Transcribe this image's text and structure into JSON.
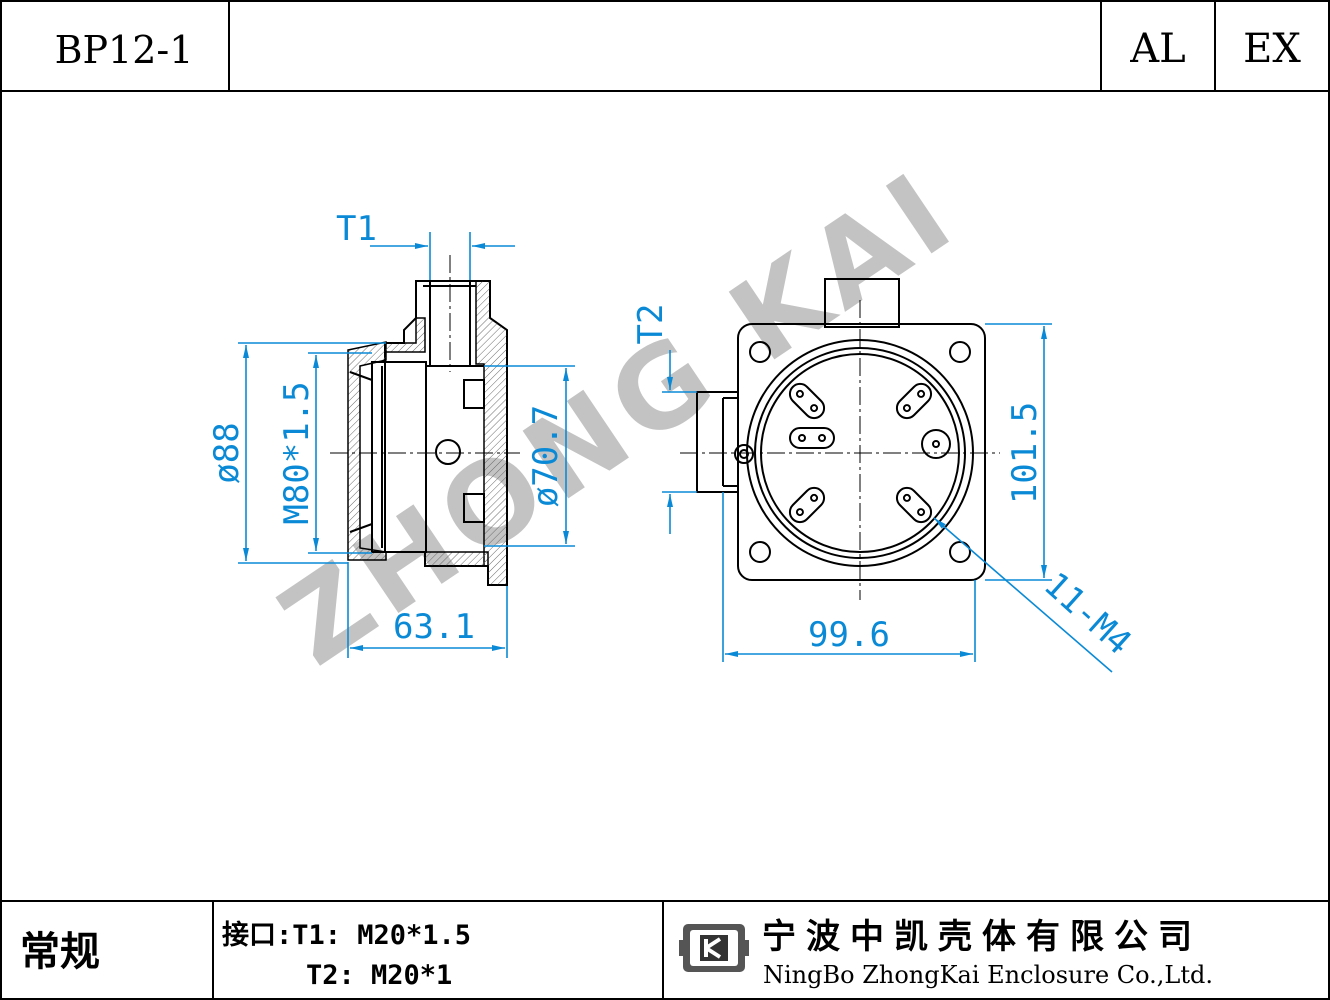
{
  "header": {
    "model": "BP12-1",
    "material": "AL",
    "type": "EX"
  },
  "drawing": {
    "t1_label": "T1",
    "t2_label": "T2",
    "dia_88": "ø88",
    "thread_m80": "M80*1.5",
    "dia_70_7": "ø70.7",
    "width_63_1": "63.1",
    "width_99_6": "99.6",
    "height_101_5": "101.5",
    "holes": "11-M4",
    "watermark": "ZHONG KAI"
  },
  "footer": {
    "category": "常规",
    "interface_line1": "接口:T1: M20*1.5",
    "interface_line2": "T2: M20*1",
    "company_cn": "宁波中凯壳体有限公司",
    "company_en": "NingBo ZhongKai Enclosure Co.,Ltd."
  },
  "colors": {
    "dimension": "#0a8ad6",
    "line": "#000000",
    "watermark": "#bdbdbd",
    "hatch": "#6b6b6b"
  }
}
